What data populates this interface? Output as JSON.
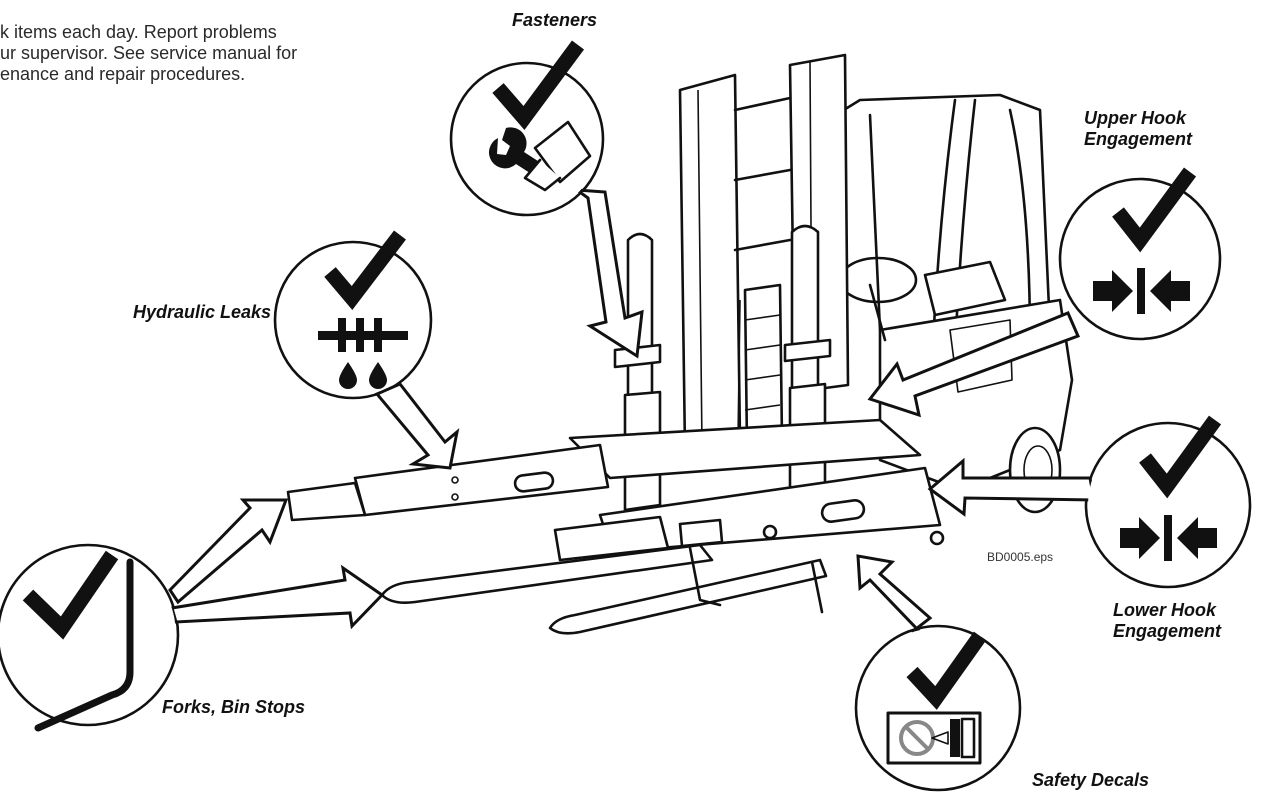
{
  "intro_lines": [
    "k items each day.  Report problems",
    "ur supervisor.  See service manual for",
    "enance and repair procedures."
  ],
  "callouts": {
    "fasteners": {
      "label_lines": [
        "Fasteners"
      ],
      "icon": "wrench-hand-icon"
    },
    "upper_hook": {
      "label_lines": [
        "Upper Hook",
        "Engagement"
      ],
      "icon": "arrows-inward-icon"
    },
    "hydraulic_leaks": {
      "label_lines": [
        "Hydraulic Leaks"
      ],
      "icon": "pipe-drops-icon"
    },
    "lower_hook": {
      "label_lines": [
        "Lower Hook",
        "Engagement"
      ],
      "icon": "arrows-inward-icon"
    },
    "forks_bin_stops": {
      "label_lines": [
        "Forks, Bin Stops"
      ],
      "icon": "fork-icon"
    },
    "safety_decals": {
      "label_lines": [
        "Safety Decals"
      ],
      "icon": "decal-icon"
    }
  },
  "file_name": "BD0005.eps",
  "colors": {
    "ink": "#111111",
    "paper": "#ffffff"
  }
}
